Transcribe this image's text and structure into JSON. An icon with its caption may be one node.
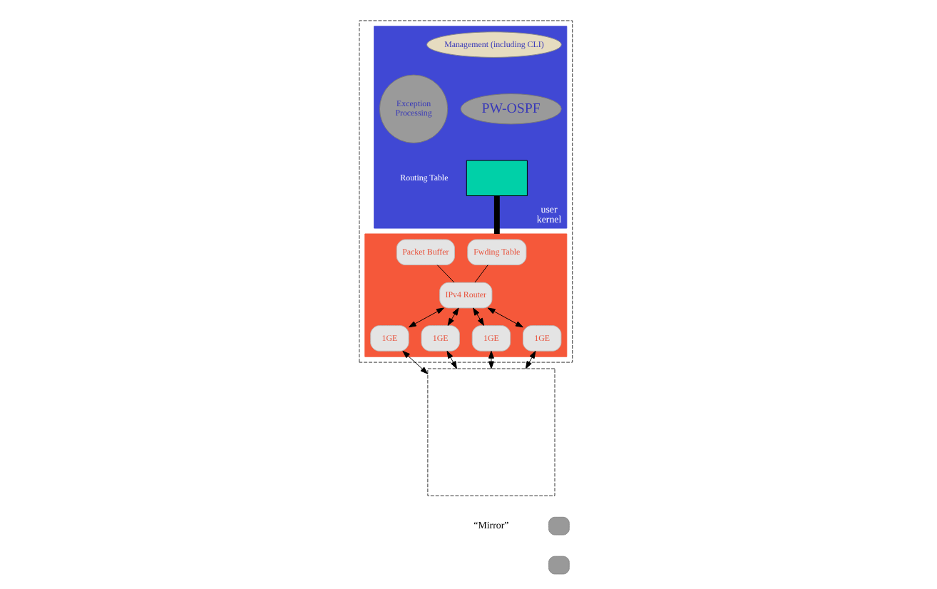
{
  "diagram": {
    "nodes": [
      {
        "text": [],
        "shape": "box"
      },
      {
        "text": [
          "user",
          "kernel"
        ],
        "in": 0
      },
      {
        "text": [
          "Management (including CLI)"
        ],
        "in": 1
      },
      {
        "text": [
          "Exception Processing"
        ],
        "in": 1
      },
      {
        "text": [
          "PW-OSPF"
        ],
        "in": 1
      },
      {
        "text": [],
        "shape": "box",
        "in": 1,
        "beside": [
          "Routing Table"
        ]
      },
      {
        "text": [],
        "shape": "box",
        "in": 0
      },
      {
        "text": [
          "Fwding Table"
        ],
        "in": 6
      },
      {
        "text": [
          "Packet Buffer"
        ],
        "in": 6
      },
      {
        "text": [
          "IPv4 Router"
        ],
        "in": 6
      },
      {
        "text": [
          "1GE"
        ],
        "in": 6
      },
      {
        "text": [
          "1GE"
        ],
        "in": 6
      },
      {
        "text": [
          "1GE"
        ],
        "in": 6
      },
      {
        "text": [
          "1GE"
        ],
        "in": 6
      },
      {
        "text": [],
        "shape": "box"
      },
      {
        "text": [],
        "shape": "box"
      },
      {
        "text": [],
        "shape": "box"
      }
    ],
    "edges": [
      {
        "from": 5,
        "to": 6,
        "arrow": "none",
        "style": "thick"
      },
      {
        "from": 7,
        "to": 9,
        "arrow": "none"
      },
      {
        "from": 8,
        "to": 9,
        "arrow": "none"
      },
      {
        "from": 9,
        "to": 10,
        "arrow": "both"
      },
      {
        "from": 9,
        "to": 11,
        "arrow": "both"
      },
      {
        "from": 9,
        "to": 12,
        "arrow": "both"
      },
      {
        "from": 9,
        "to": 13,
        "arrow": "both"
      },
      {
        "from": 10,
        "to": 14,
        "arrow": "both"
      },
      {
        "from": 11,
        "to": 14,
        "arrow": "both"
      },
      {
        "from": 12,
        "to": 14,
        "arrow": "both"
      },
      {
        "from": 13,
        "to": 14,
        "arrow": "both"
      }
    ],
    "labels": [
      "“Mirror”"
    ]
  }
}
